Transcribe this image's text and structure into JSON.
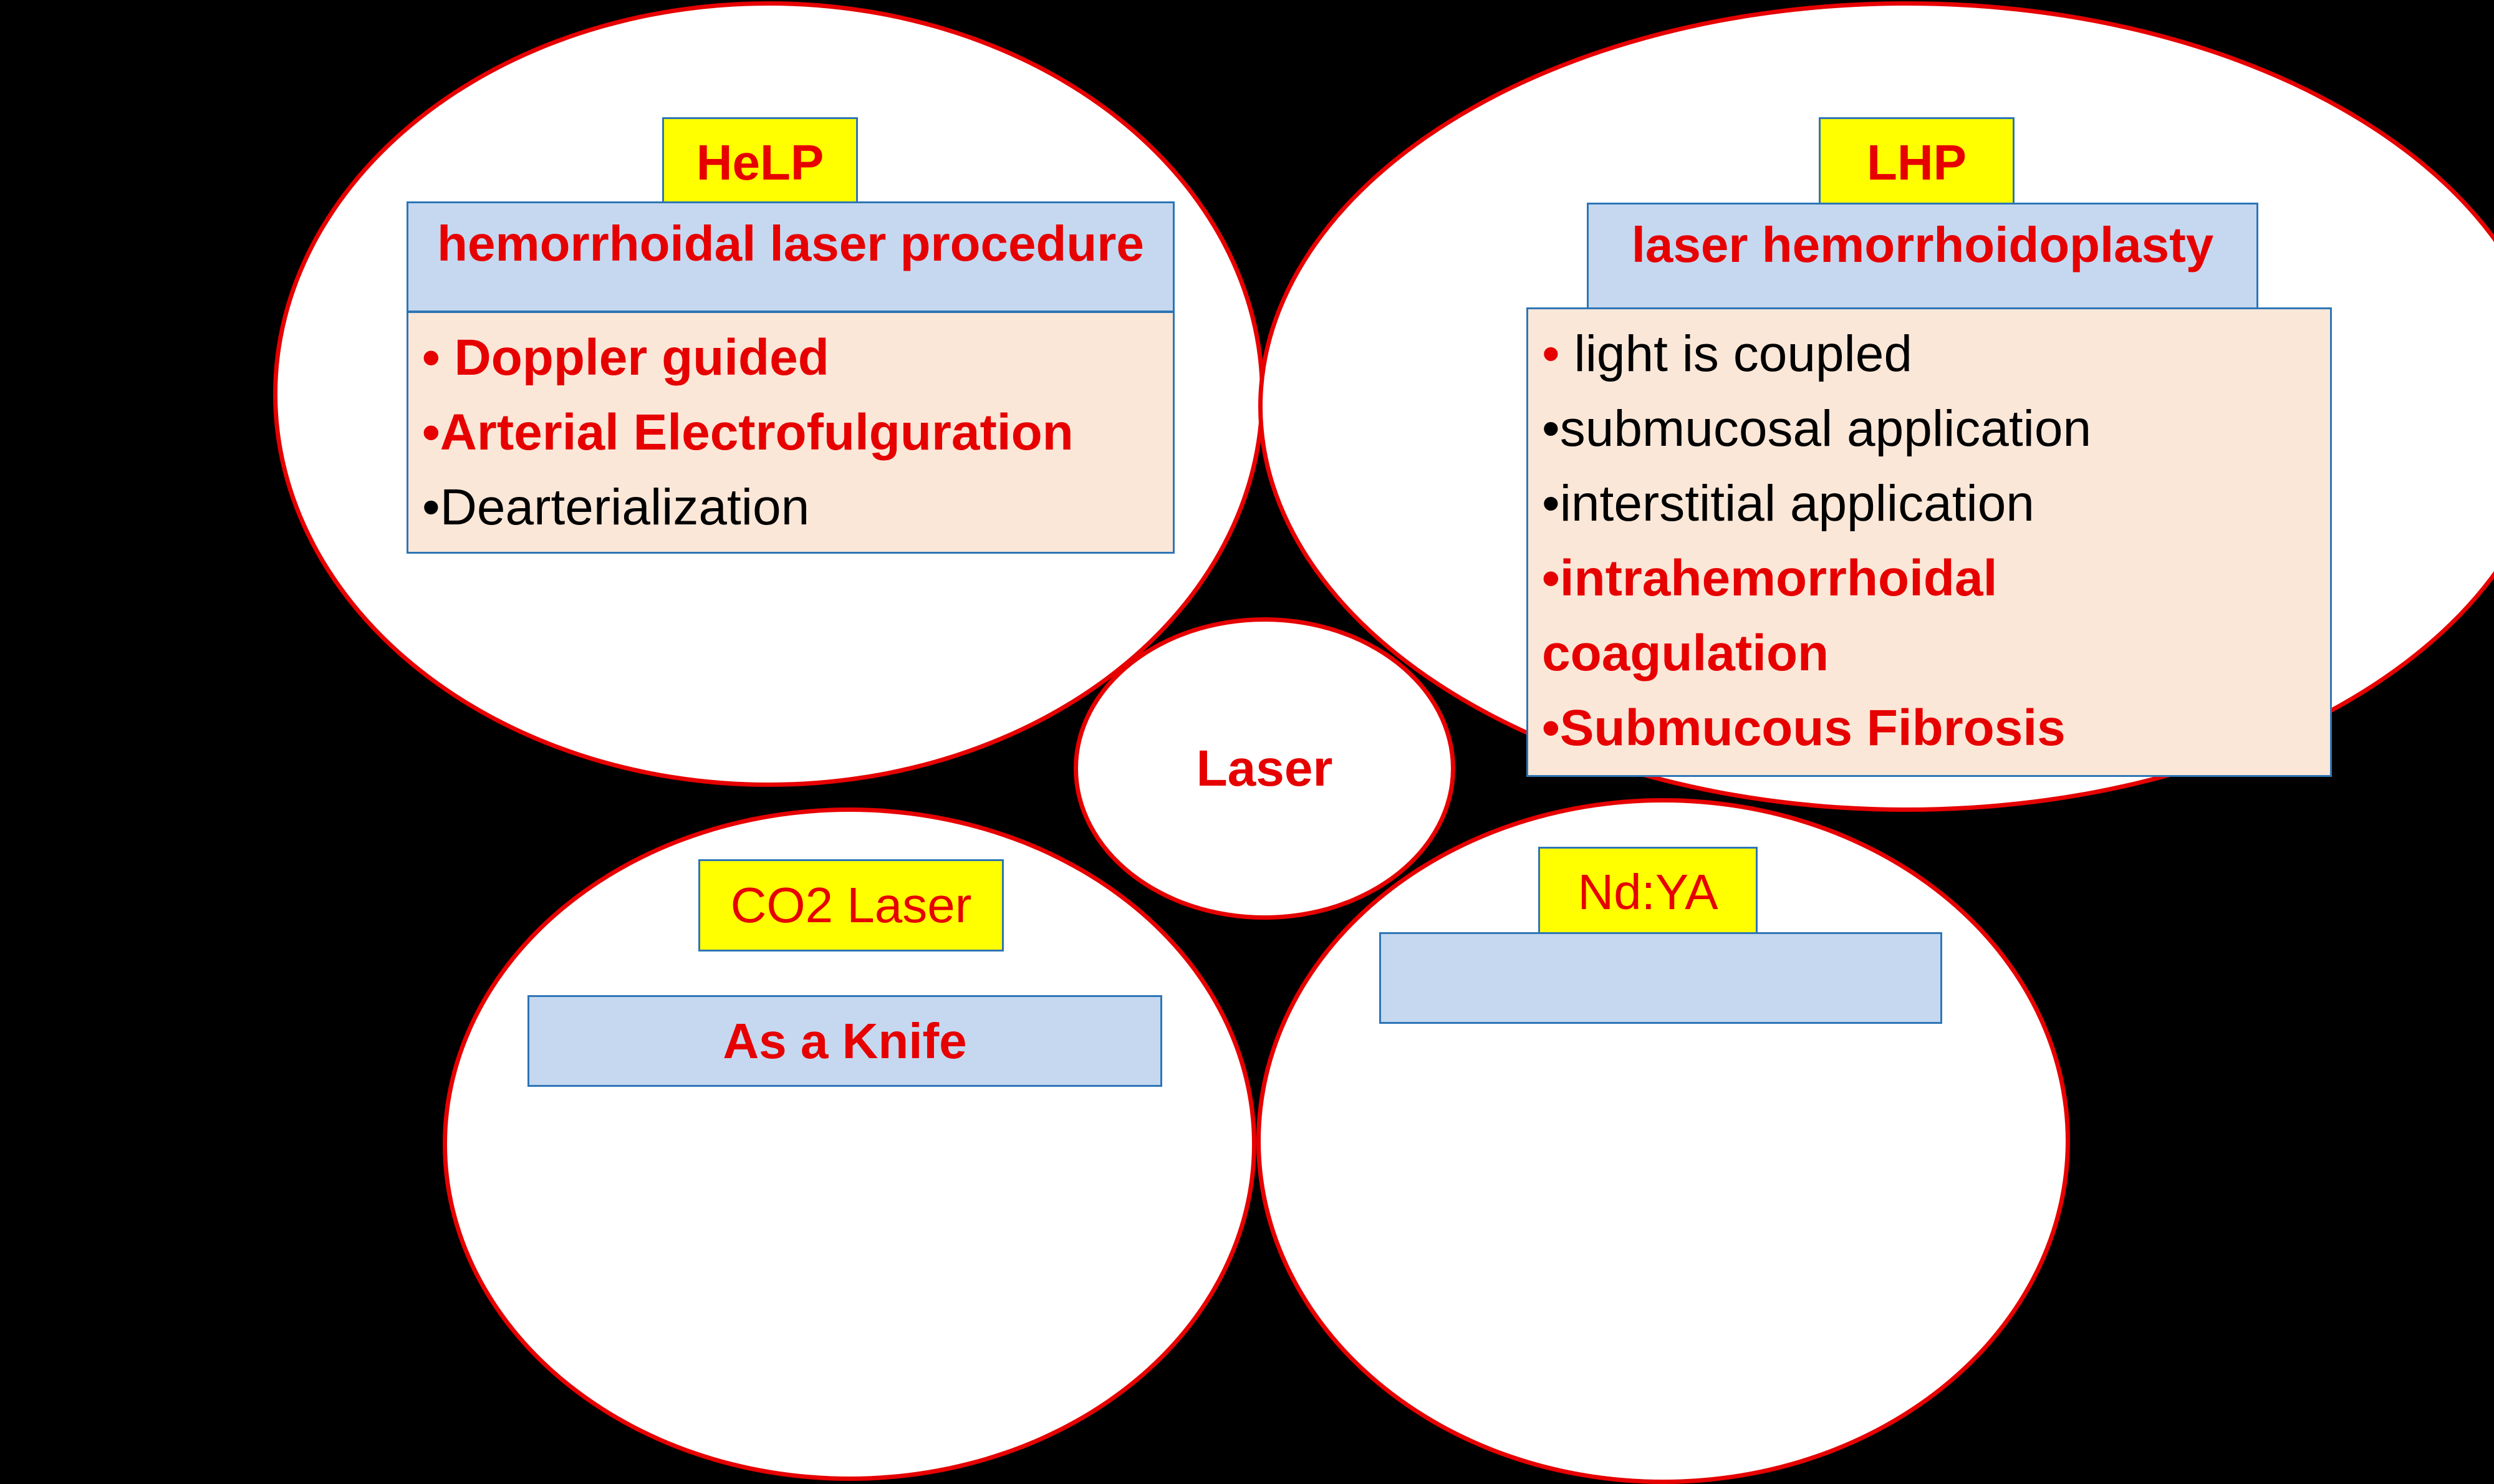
{
  "help": {
    "tag": "HeLP",
    "title": "hemorrhoidal laser procedure",
    "items": [
      {
        "bullet": "•",
        "text": " Doppler guided"
      },
      {
        "bullet": "•",
        "text": "Arterial Electrofulguration"
      },
      {
        "bullet": "•",
        "text": "Dearterialization"
      }
    ]
  },
  "lhp": {
    "tag": "LHP",
    "title": "laser hemorrhoidoplasty",
    "items": [
      {
        "bullet": "•",
        "text": " light is coupled"
      },
      {
        "bullet": "•",
        "text": "submucosal application"
      },
      {
        "bullet": "•",
        "text": "interstitial application"
      },
      {
        "bullet": "•",
        "text": "intrahemorrhoidal"
      },
      {
        "bullet": "",
        "text": "coagulation"
      },
      {
        "bullet": "•",
        "text": "Submucous Fibrosis"
      }
    ]
  },
  "center": {
    "label": "Laser"
  },
  "co2": {
    "tag": "CO2 Laser",
    "title": "As a Knife"
  },
  "ndyag": {
    "tag": "Nd:YA",
    "title": ""
  },
  "colors": {
    "accent": "#e60000",
    "tag_fill": "#ffff00",
    "box_fill": "#c5d8f0",
    "list_fill": "#fbe7d8",
    "outline": "#2e75b6"
  }
}
